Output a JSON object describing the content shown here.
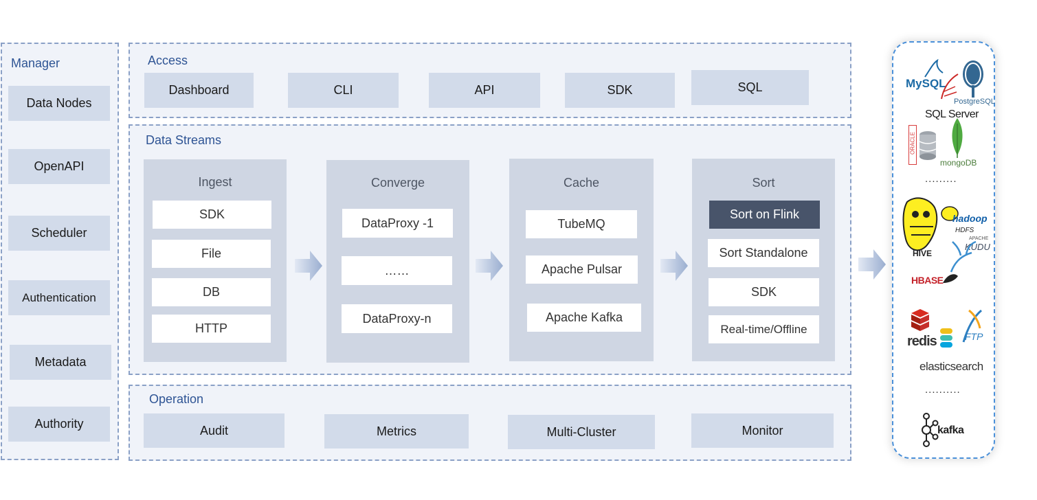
{
  "manager": {
    "title": "Manager",
    "items": [
      "Data Nodes",
      "OpenAPI",
      "Scheduler",
      "Authentication",
      "Metadata",
      "Authority"
    ]
  },
  "access": {
    "title": "Access",
    "items": [
      "Dashboard",
      "CLI",
      "API",
      "SDK",
      "SQL"
    ]
  },
  "data_streams": {
    "title": "Data Streams",
    "stages": [
      {
        "title": "Ingest",
        "items": [
          "SDK",
          "File",
          "DB",
          "HTTP"
        ]
      },
      {
        "title": "Converge",
        "items": [
          "DataProxy -1",
          "……",
          "DataProxy-n"
        ]
      },
      {
        "title": "Cache",
        "items": [
          "TubeMQ",
          "Apache Pulsar",
          "Apache Kafka"
        ]
      },
      {
        "title": "Sort",
        "items": [
          "Sort on Flink",
          "Sort Standalone",
          "SDK",
          "Real-time/Offline"
        ]
      }
    ]
  },
  "operation": {
    "title": "Operation",
    "items": [
      "Audit",
      "Metrics",
      "Multi-Cluster",
      "Monitor"
    ]
  },
  "ecosystem": {
    "logos": [
      "MySQL",
      "PostgreSQL",
      "SQL Server",
      "ORACLE",
      "mongoDB",
      "hadoop",
      "HDFS",
      "HIVE",
      "APACHE",
      "KUDU",
      "HBASE",
      "redis",
      "FTP",
      "elasticsearch",
      "kafka"
    ],
    "dots": [
      ".........",
      ".........."
    ]
  },
  "colors": {
    "accent": "#2e5494",
    "dashed_border": "#8aa0c6",
    "tile": "#d2dbea",
    "stage": "#cfd6e3",
    "highlight": "#48546a"
  }
}
